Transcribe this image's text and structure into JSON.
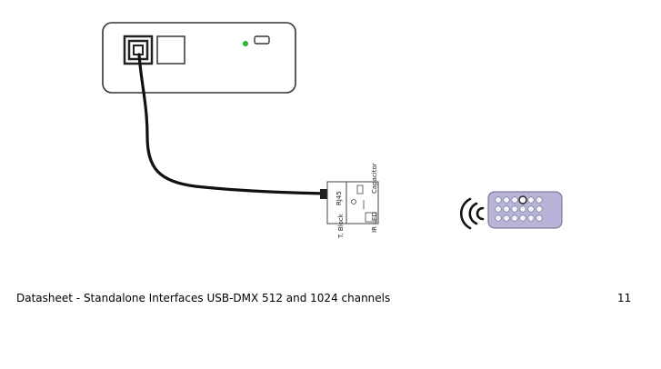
{
  "footer": {
    "text": "Datasheet - Standalone Interfaces USB-DMX 512 and 1024 channels",
    "page_number": "11"
  },
  "diagram": {
    "receiver_labels": {
      "rj45": "RJ45",
      "capacitor": "Capacitor",
      "t_block": "T. Block",
      "ir_led": "IR LED"
    },
    "colors": {
      "status_led": "#22bb22",
      "remote_body": "#b8b4d8",
      "device_outline": "#333333"
    },
    "icons": [
      "ir-signal-icon",
      "remote-control-icon",
      "rj45-port-icon"
    ]
  }
}
